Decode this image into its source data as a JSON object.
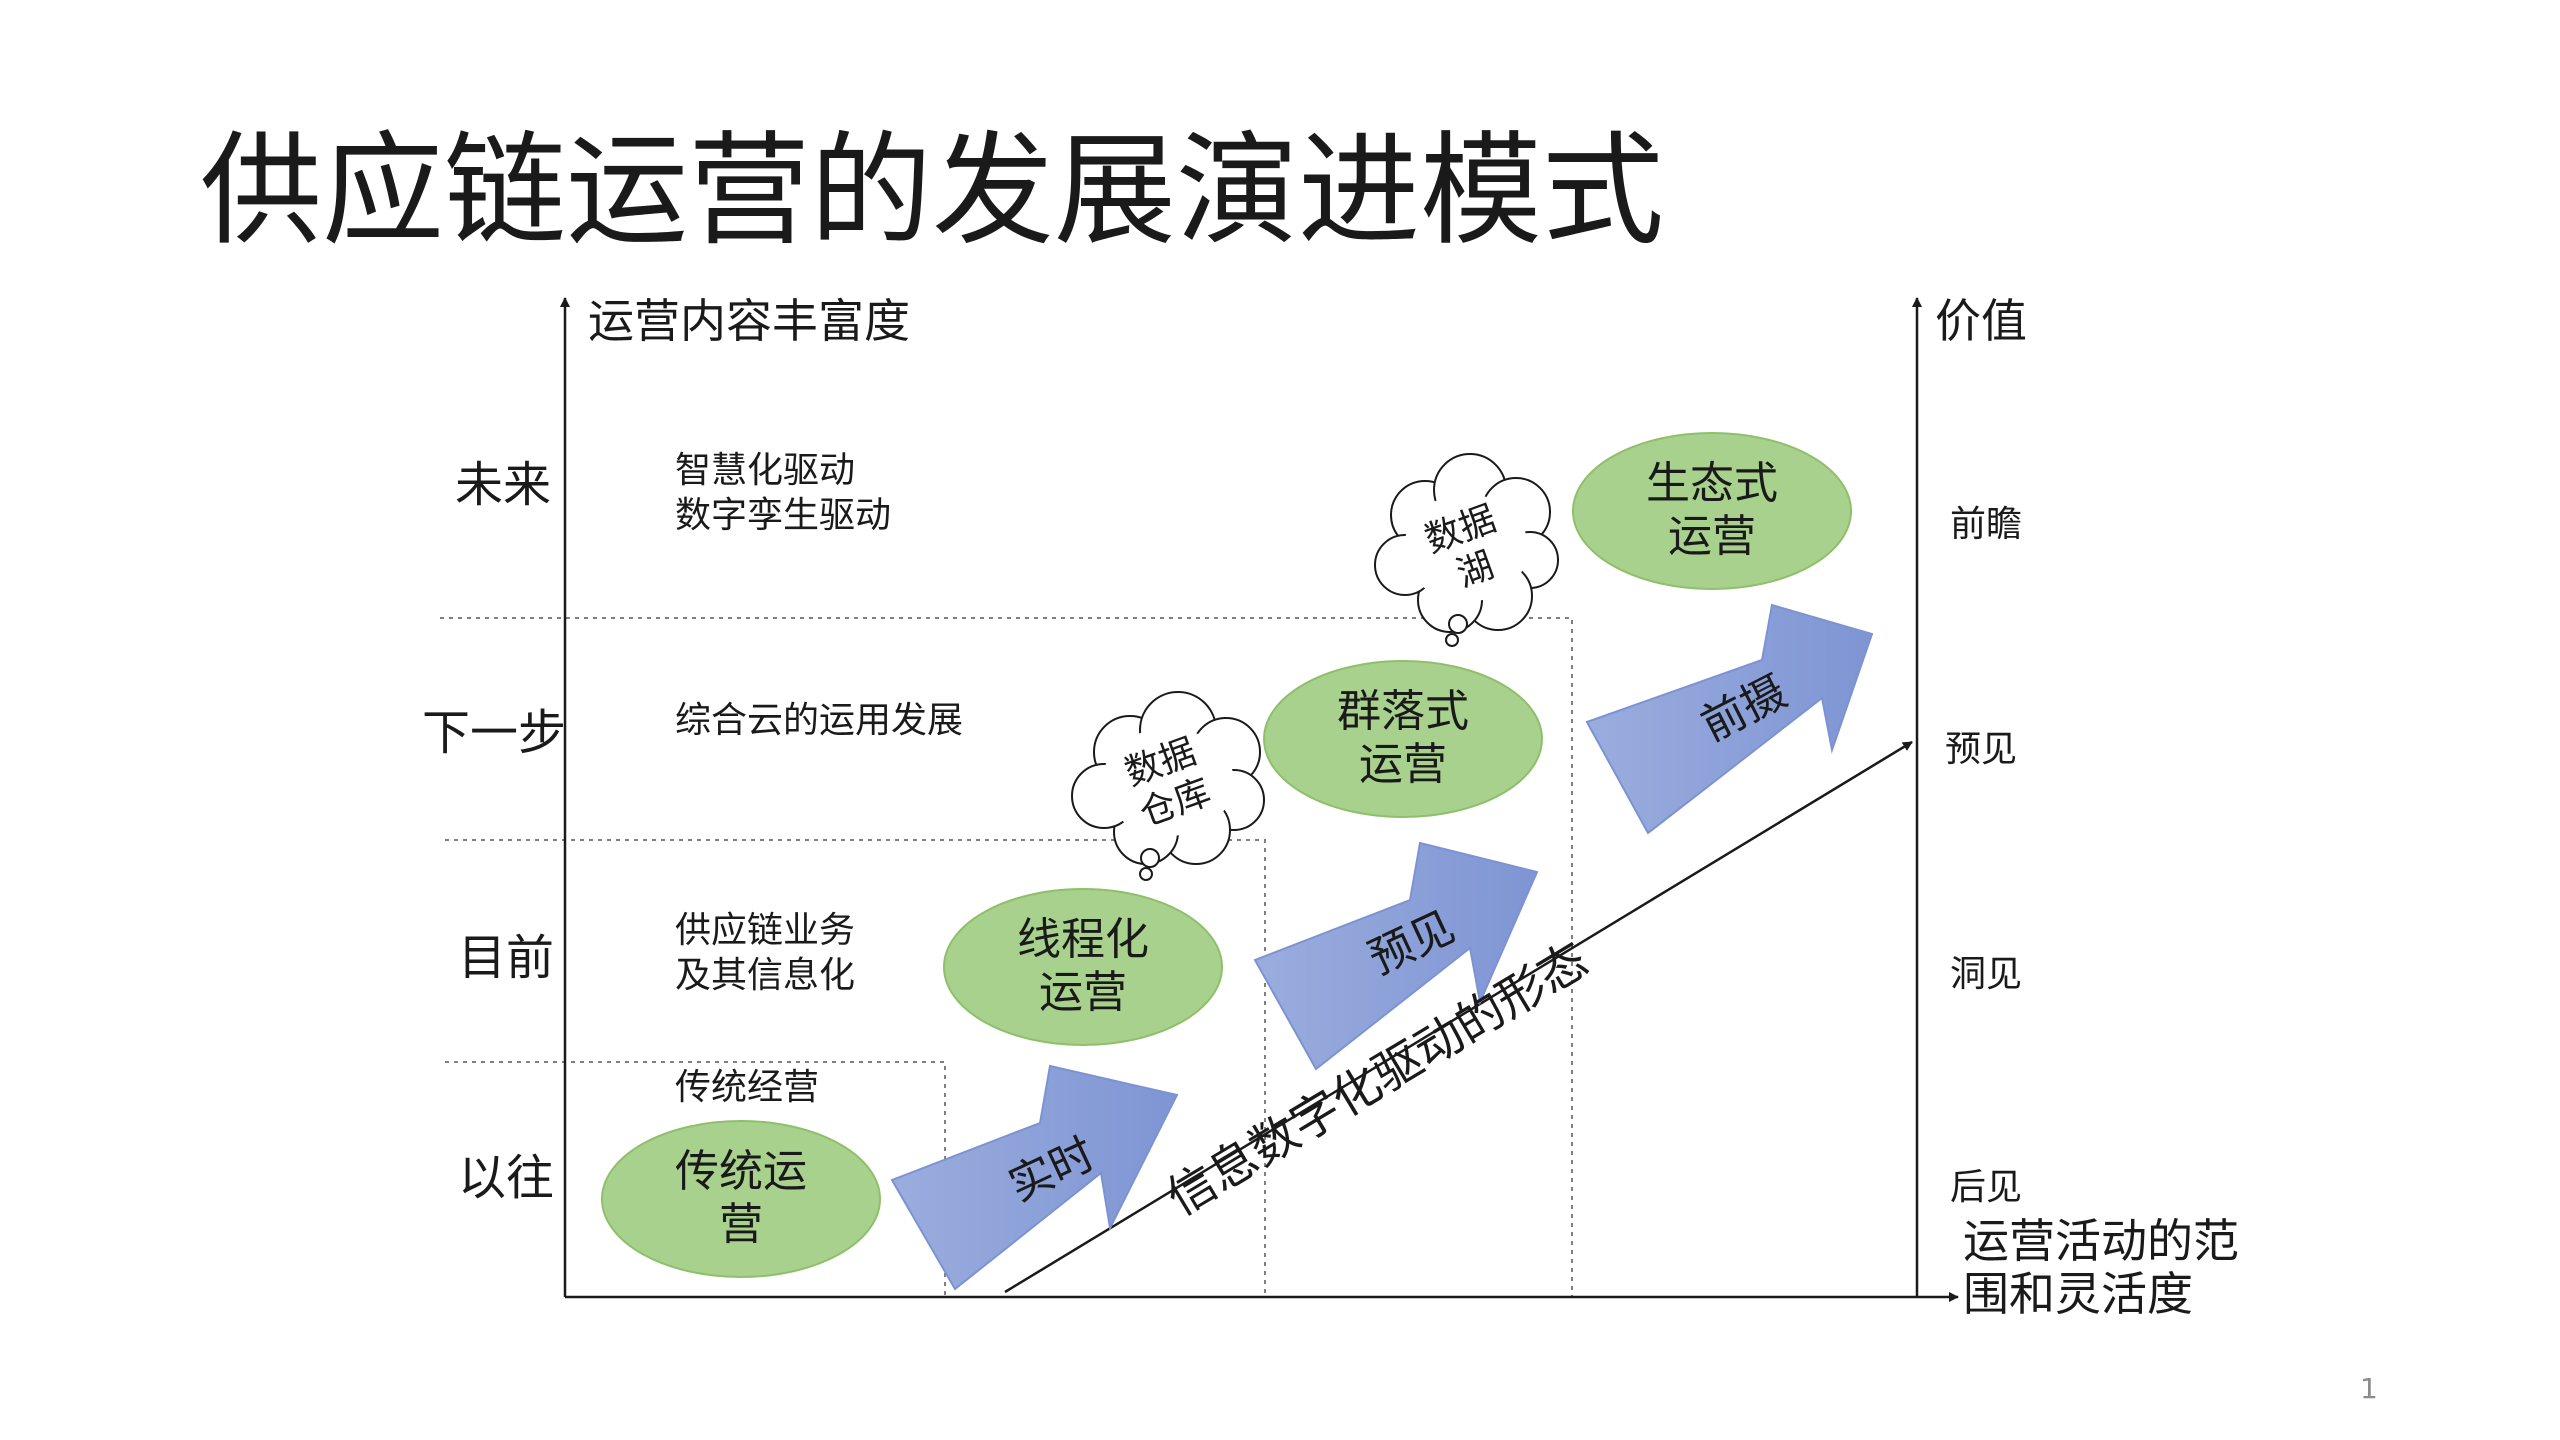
{
  "title": "供应链运营的发展演进模式",
  "page_number": "1",
  "y_axis_left_label": "运营内容丰富度",
  "y_axis_right_label": "价值",
  "x_axis_label": [
    "运营活动的范",
    "围和灵活度"
  ],
  "eras": [
    "未来",
    "下一步",
    "目前",
    "以往"
  ],
  "era_descriptions": [
    [
      "智慧化驱动",
      "数字孪生驱动"
    ],
    [
      "综合云的运用发展"
    ],
    [
      "供应链业务",
      "及其信息化"
    ],
    [
      "传统经营"
    ]
  ],
  "value_levels": [
    "前瞻",
    "预见",
    "洞见",
    "后见"
  ],
  "stages": [
    [
      "传统运",
      "营"
    ],
    [
      "线程化",
      "运营"
    ],
    [
      "群落式",
      "运营"
    ],
    [
      "生态式",
      "运营"
    ]
  ],
  "transition_arrows": [
    "实时",
    "预见",
    "前摄"
  ],
  "data_clouds": [
    [
      "数据",
      "仓库"
    ],
    [
      "数据",
      "湖"
    ]
  ],
  "diagonal_label": "信息数字化驱动的形态",
  "colors": {
    "node_fill": "#a9d18e",
    "node_stroke": "#8fbf6b",
    "arrow_fill": "#8fa3dc",
    "arrow_stroke": "#7d93d1",
    "axis": "#1a1a1a",
    "grid": "#808080"
  }
}
